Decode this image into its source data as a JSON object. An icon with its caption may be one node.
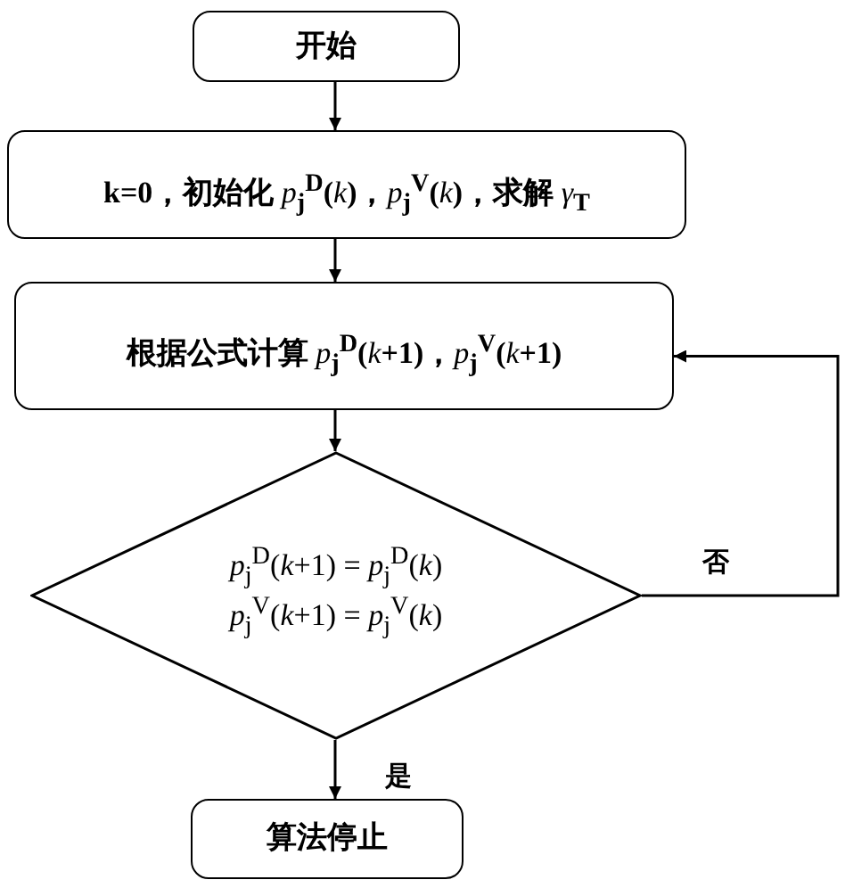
{
  "diagram": {
    "nodes": [
      {
        "text": [
          "开始"
        ]
      },
      {
        "text": [
          "**k=0**，初始化 *p*$_{j}$$^{D}$(*k*)，*p*$_{j}$$^{V}$(*k*)，求解 *γ*$_{T}$"
        ]
      },
      {
        "text": [
          "根据公式计算 *p*$_{j}$$^{D}$(*k*+1)，*p*$_{j}$$^{V}$(*k*+1)"
        ]
      },
      {
        "text": [
          "*p*$_{j}$$^{D}$(*k*+1) = *p*$_{j}$$^{D}$(*k*)",
          "*p*$_{j}$$^{V}$(*k*+1) = *p*$_{j}$$^{V}$(*k*)"
        ]
      },
      {
        "text": [
          "算法停止"
        ]
      }
    ],
    "edges": [
      {
        "from": 0,
        "to": 1,
        "arrow": "to"
      },
      {
        "from": 1,
        "to": 2,
        "arrow": "to"
      },
      {
        "from": 2,
        "to": 3,
        "arrow": "to"
      },
      {
        "from": 3,
        "to": 4,
        "arrow": "to",
        "label": "是"
      },
      {
        "from": 3,
        "to": 2,
        "arrow": "to",
        "label": "否"
      }
    ]
  }
}
